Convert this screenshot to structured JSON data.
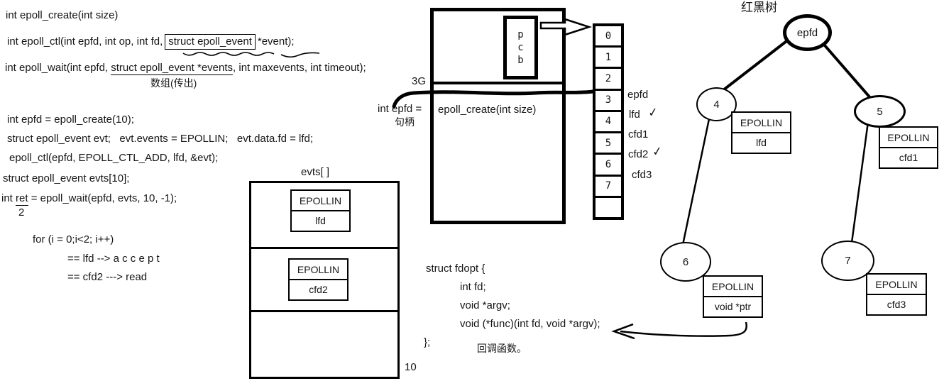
{
  "api": {
    "create": "int epoll_create(int size)",
    "ctl_prefix": "int epoll_ctl(int epfd, int op, int fd,",
    "ctl_boxed": "struct epoll_event",
    "ctl_suffix": "*event);",
    "wait_prefix": "int epoll_wait(int epfd, ",
    "wait_underlined": "struct epoll_event *events",
    "wait_suffix": ", int maxevents, int timeout);",
    "wait_note": "数组(传出)"
  },
  "usage": {
    "epfd_create": "int epfd = epoll_create(10);",
    "evt_setup": "struct epoll_event evt;   evt.events = EPOLLIN;   evt.data.fd = lfd;",
    "ctl_add": "epoll_ctl(epfd, EPOLL_CTL_ADD, lfd, &evt);",
    "evts_decl": "struct epoll_event evts[10];",
    "wait_prefix": "int ",
    "wait_ret": "ret",
    "wait_suffix": " = epoll_wait(epfd, evts, 10, -1);",
    "ret_value": "2",
    "for_loop": "for (i = 0;i<2; i++)",
    "branch_lfd": "== lfd --> a c c e p t",
    "branch_cfd2": "== cfd2 ---> read"
  },
  "process": {
    "mem_label": "3G",
    "pcb": [
      "p",
      "c",
      "b"
    ],
    "epfd_assign": "int epfd =",
    "epfd_note": "句柄",
    "create_call": "epoll_create(int size)"
  },
  "fd_table": {
    "cells": [
      "0",
      "1",
      "2",
      "3",
      "4",
      "5",
      "6",
      "7",
      ""
    ],
    "labels": [
      {
        "text": "epfd",
        "check": ""
      },
      {
        "text": "lfd",
        "check": "✓"
      },
      {
        "text": "cfd1",
        "check": ""
      },
      {
        "text": "cfd2",
        "check": "✓"
      },
      {
        "text": "cfd3",
        "check": ""
      }
    ]
  },
  "rbtree": {
    "title": "红黑树",
    "root": "epfd",
    "node4": "4",
    "node5": "5",
    "node6": "6",
    "node7": "7",
    "box4": {
      "event": "EPOLLIN",
      "data": "lfd"
    },
    "box5": {
      "event": "EPOLLIN",
      "data": "cfd1"
    },
    "box6": {
      "event": "EPOLLIN",
      "data": "void *ptr"
    },
    "box7": {
      "event": "EPOLLIN",
      "data": "cfd3"
    }
  },
  "evts": {
    "title": "evts[ ]",
    "item1": {
      "event": "EPOLLIN",
      "data": "lfd"
    },
    "item2": {
      "event": "EPOLLIN",
      "data": "cfd2"
    },
    "capacity": "10"
  },
  "fdopt": {
    "l1": "struct fdopt {",
    "l2": "int fd;",
    "l3": "void *argv;",
    "l4": "void (*func)(int fd, void *argv);",
    "l5": "};",
    "note": "回调函数。"
  }
}
